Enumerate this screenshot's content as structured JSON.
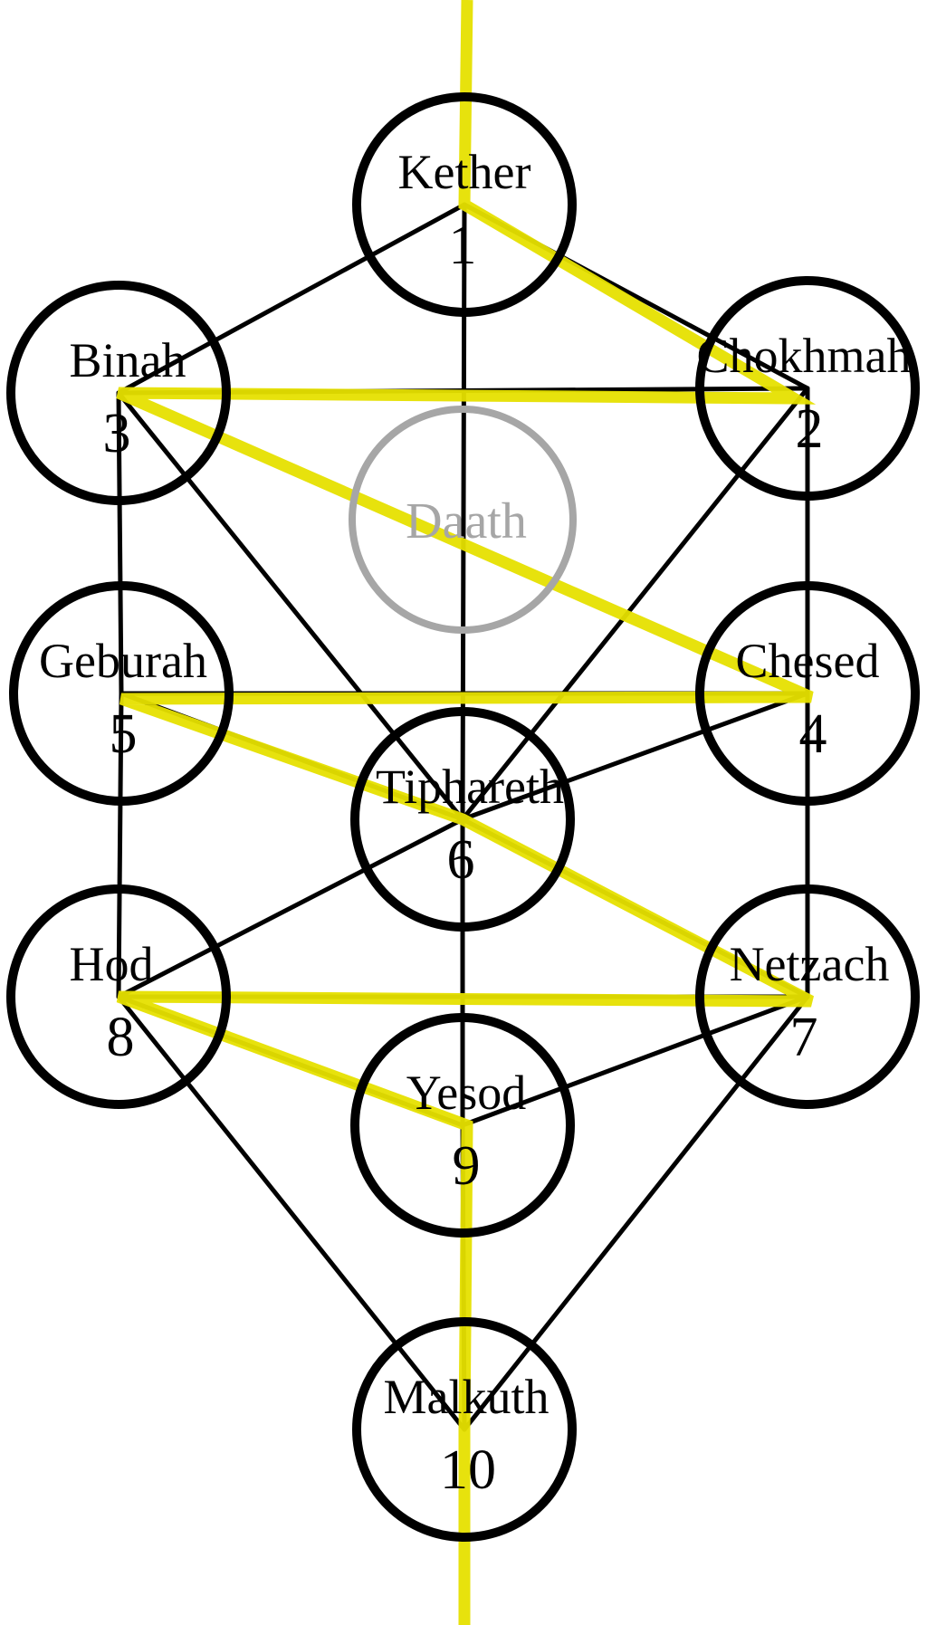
{
  "colors": {
    "background": "#ffffff",
    "node_stroke": "#000000",
    "path_line": "#000000",
    "lightning": "#e6e000",
    "daath": "#a6a6a6"
  },
  "sephiroth": [
    {
      "id": "kether",
      "name": "Kether",
      "number": "1"
    },
    {
      "id": "chokhmah",
      "name": "Chokhmah",
      "number": "2"
    },
    {
      "id": "binah",
      "name": "Binah",
      "number": "3"
    },
    {
      "id": "chesed",
      "name": "Chesed",
      "number": "4"
    },
    {
      "id": "geburah",
      "name": "Geburah",
      "number": "5"
    },
    {
      "id": "tiphareth",
      "name": "Tiphareth",
      "number": "6"
    },
    {
      "id": "netzach",
      "name": "Netzach",
      "number": "7"
    },
    {
      "id": "hod",
      "name": "Hod",
      "number": "8"
    },
    {
      "id": "yesod",
      "name": "Yesod",
      "number": "9"
    },
    {
      "id": "malkuth",
      "name": "Malkuth",
      "number": "10"
    }
  ],
  "daath": {
    "name": "Daath"
  },
  "paths": [
    [
      "kether",
      "chokhmah"
    ],
    [
      "kether",
      "binah"
    ],
    [
      "kether",
      "tiphareth"
    ],
    [
      "chokhmah",
      "binah"
    ],
    [
      "chokhmah",
      "chesed"
    ],
    [
      "chokhmah",
      "tiphareth"
    ],
    [
      "binah",
      "geburah"
    ],
    [
      "binah",
      "tiphareth"
    ],
    [
      "chesed",
      "geburah"
    ],
    [
      "chesed",
      "tiphareth"
    ],
    [
      "chesed",
      "netzach"
    ],
    [
      "geburah",
      "tiphareth"
    ],
    [
      "geburah",
      "hod"
    ],
    [
      "tiphareth",
      "netzach"
    ],
    [
      "tiphareth",
      "hod"
    ],
    [
      "tiphareth",
      "yesod"
    ],
    [
      "netzach",
      "hod"
    ],
    [
      "netzach",
      "yesod"
    ],
    [
      "netzach",
      "malkuth"
    ],
    [
      "hod",
      "yesod"
    ],
    [
      "hod",
      "malkuth"
    ],
    [
      "yesod",
      "malkuth"
    ]
  ],
  "lightning_path": [
    "kether",
    "chokhmah",
    "binah",
    "chesed",
    "geburah",
    "tiphareth",
    "netzach",
    "hod",
    "yesod",
    "malkuth"
  ]
}
